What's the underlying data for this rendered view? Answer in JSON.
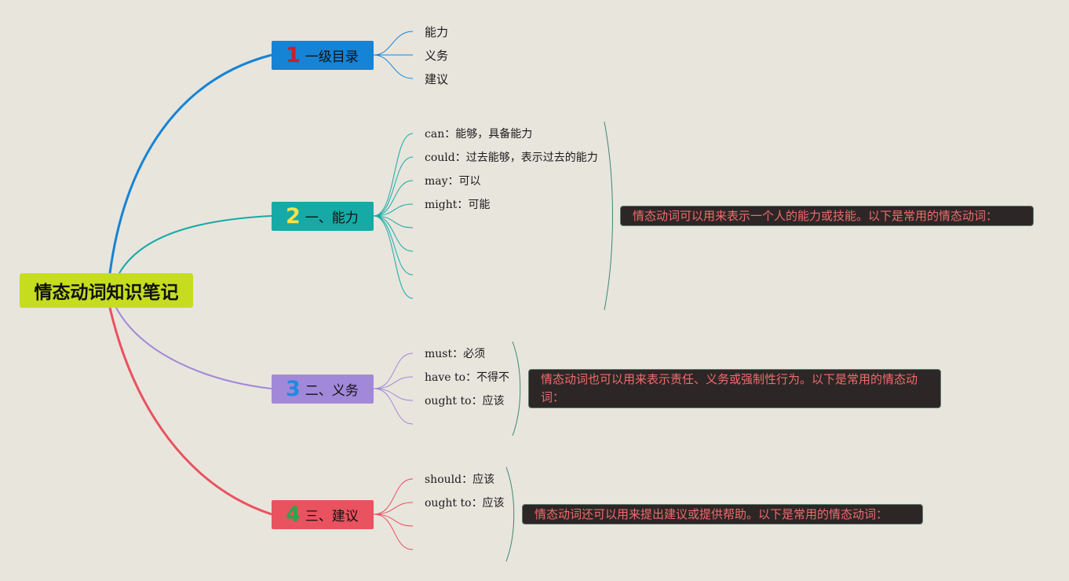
{
  "root": {
    "title": "情态动词知识笔记"
  },
  "branches": [
    {
      "num": "1",
      "label": "一级目录"
    },
    {
      "num": "2",
      "label": "一、能力"
    },
    {
      "num": "3",
      "label": "二、义务"
    },
    {
      "num": "4",
      "label": "三、建议"
    }
  ],
  "toc": [
    "能力",
    "义务",
    "建议"
  ],
  "ability": [
    {
      "en": "can",
      "zh": "：能够，具备能力"
    },
    {
      "en": "could",
      "zh": "：过去能够，表示过去的能力"
    },
    {
      "en": "may",
      "zh": "：可以"
    },
    {
      "en": "might",
      "zh": "：可能"
    }
  ],
  "obligation": [
    {
      "en": "must",
      "zh": "：必须"
    },
    {
      "en": "have to",
      "zh": "：不得不"
    },
    {
      "en": "ought to",
      "zh": "：应该"
    }
  ],
  "advice": [
    {
      "en": "should",
      "zh": "：应该"
    },
    {
      "en": "ought to",
      "zh": "：应该"
    }
  ],
  "notes": {
    "ability": "情态动词可以用来表示一个人的能力或技能。以下是常用的情态动词：",
    "obligation": "情态动词也可以用来表示责任、义务或强制性行为。以下是常用的情态动词：",
    "advice": "情态动词还可以用来提出建议或提供帮助。以下是常用的情态动词："
  },
  "colors": {
    "branch1": "#1583d6",
    "branch2": "#16aaa6",
    "branch3": "#a288d9",
    "branch4": "#e9525f",
    "root": "#c5dd1e",
    "note_bg": "#2d2626",
    "note_text": "#ef6c6c"
  }
}
